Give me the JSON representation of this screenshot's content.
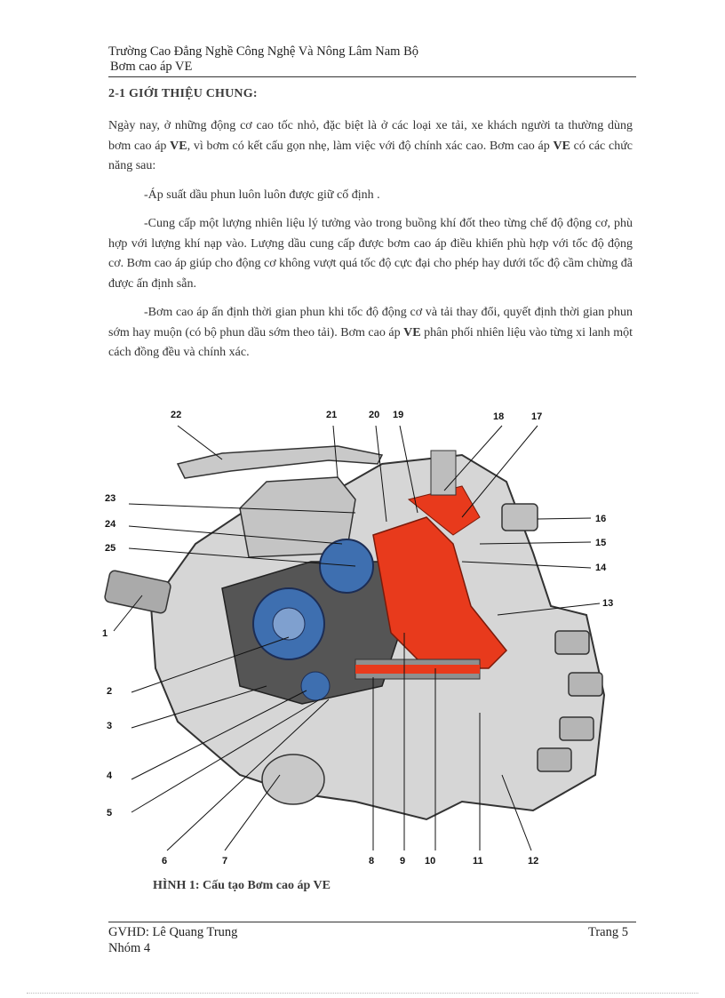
{
  "header": {
    "school": "Trường Cao Đẳng Nghề Công Nghệ Và Nông Lâm Nam Bộ",
    "subject": "Bơm cao áp VE"
  },
  "section": {
    "title": "2-1 GIỚI THIỆU CHUNG:"
  },
  "intro": {
    "p1a": "Ngày nay, ở những động cơ cao tốc nhỏ, đặc biệt là ở các loại xe tải, xe khách người ta thường dùng bơm cao áp ",
    "p1b": "VE",
    "p1c": ", vì bơm có kết cấu gọn nhẹ, làm việc với độ chính xác cao. Bơm cao áp ",
    "p1d": "VE",
    "p1e": " có các chức năng sau:",
    "p2": "-Áp suất dầu phun luôn luôn được giữ cố định .",
    "p3": "-Cung cấp một lượng nhiên liệu lý tưởng vào trong buồng khí đốt theo từng chế độ động cơ, phù hợp với lượng khí nạp vào. Lượng dầu cung cấp được bơm cao áp điều khiển phù hợp với tốc độ động cơ. Bơm cao áp giúp cho động cơ không vượt quá tốc độ cực đại cho phép hay dưới tốc độ cầm chừng đã được ấn định sẵn.",
    "p4a": "-Bơm cao áp ấn định thời gian phun khi tốc độ động cơ và tải thay đổi, quyết định thời gian phun sớm hay muộn (có bộ phun dầu sớm theo tải). Bơm cao áp ",
    "p4b": "VE",
    "p4c": " phân phối nhiên liệu vào từng xi lanh một cách đồng đều và chính xác."
  },
  "figure": {
    "labels": [
      "22",
      "21",
      "20",
      "19",
      "18",
      "17",
      "23",
      "24",
      "25",
      "16",
      "15",
      "14",
      "13",
      "1",
      "2",
      "3",
      "4",
      "5",
      "6",
      "7",
      "8",
      "9",
      "10",
      "11",
      "12"
    ],
    "caption": "HÌNH 1: Cấu tạo Bơm cao áp VE",
    "colors": {
      "section_red": "#e83a1c",
      "section_blue": "#3e6fb0",
      "housing": "#d8d8d8",
      "metal": "#9a9a9a"
    }
  },
  "footer": {
    "instructor": "GVHD: Lê Quang Trung",
    "page": "Trang 5",
    "group": "Nhóm 4"
  }
}
